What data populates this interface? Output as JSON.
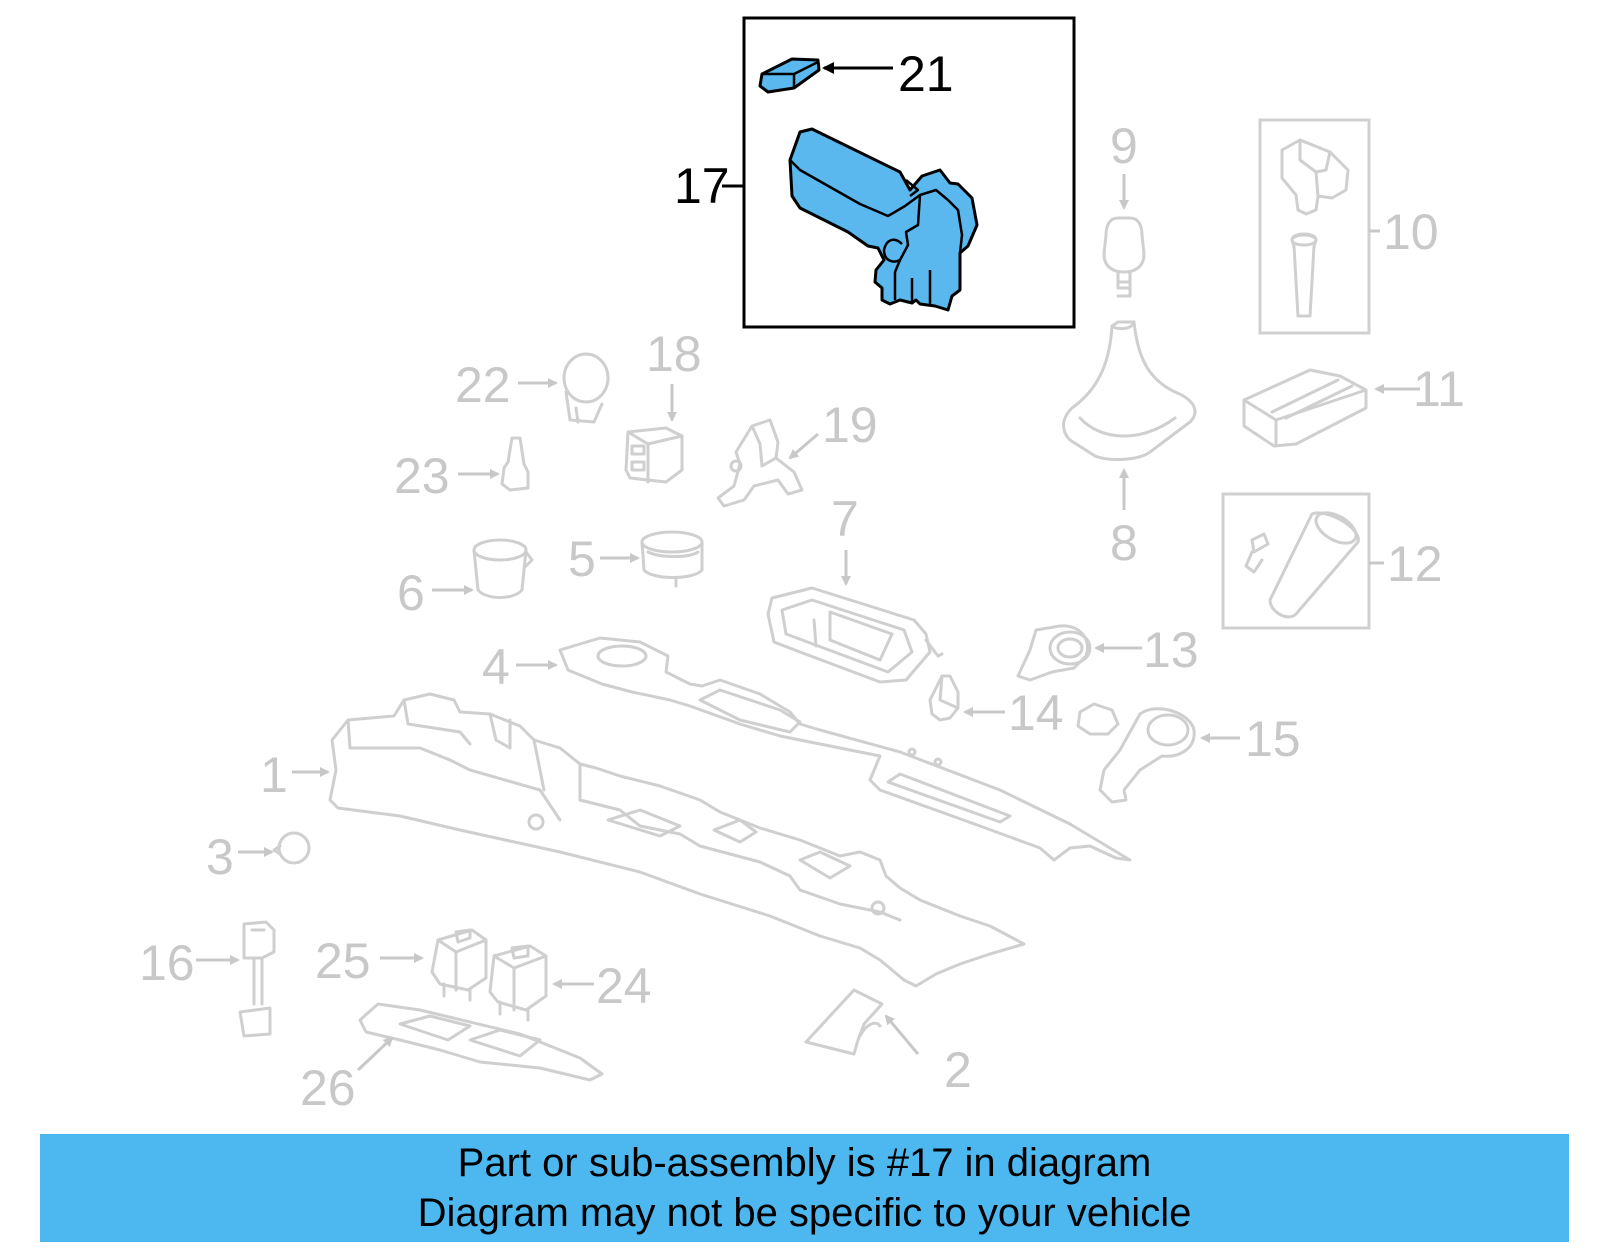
{
  "diagram": {
    "highlight_color": "#4db8f0",
    "callouts": {
      "c1": "1",
      "c2": "2",
      "c3": "3",
      "c4": "4",
      "c5": "5",
      "c6": "6",
      "c7": "7",
      "c8": "8",
      "c9": "9",
      "c10": "10",
      "c11": "11",
      "c12": "12",
      "c13": "13",
      "c14": "14",
      "c15": "15",
      "c16": "16",
      "c17": "17",
      "c18": "18",
      "c19": "19",
      "c21": "21",
      "c22": "22",
      "c23": "23",
      "c24": "24",
      "c25": "25",
      "c26": "26"
    }
  },
  "banner": {
    "line1": "Part or sub-assembly is #17 in diagram",
    "line2": "Diagram may not be specific to your vehicle"
  }
}
